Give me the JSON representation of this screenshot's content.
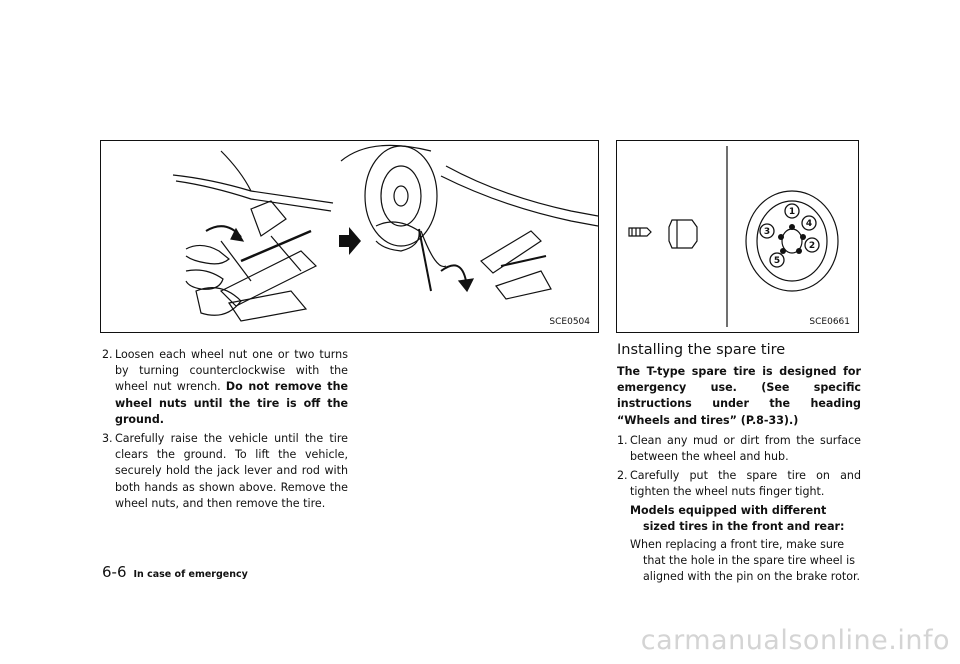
{
  "figures": {
    "jack_figure_code": "SCE0504",
    "wheel_figure_code": "SCE0661",
    "wheel_callouts": [
      "1",
      "2",
      "3",
      "4",
      "5"
    ]
  },
  "left_column": {
    "step2": {
      "number": "2.",
      "text": "Loosen each wheel nut one or two turns by turning counterclockwise with the wheel nut wrench. ",
      "bold": "Do not remove the wheel nuts until the tire is off the ground."
    },
    "step3": {
      "number": "3.",
      "text": "Carefully raise the vehicle until the tire clears the ground. To lift the vehicle, securely hold the jack lever and rod with both hands as shown above. Remove the wheel nuts, and then remove the tire."
    }
  },
  "right_column": {
    "section_title": "Installing the spare tire",
    "intro": "The T-type spare tire is designed for emergency use. (See specific instructions under the heading “Wheels and tires” (P.8-33).)",
    "step1": {
      "number": "1.",
      "text": "Clean any mud or dirt from the surface between the wheel and hub."
    },
    "step2": {
      "number": "2.",
      "text": "Carefully put the spare tire on and tighten the wheel nuts finger tight.",
      "sub_heading": "Models equipped with different sized tires in the front and rear:",
      "sub_text": "When replacing a front tire, make sure that the hole in the spare tire wheel is aligned with the pin on the brake rotor."
    }
  },
  "footer": {
    "page_number": "6-6",
    "chapter": "In case of emergency"
  },
  "watermark": "carmanualsonline.info"
}
